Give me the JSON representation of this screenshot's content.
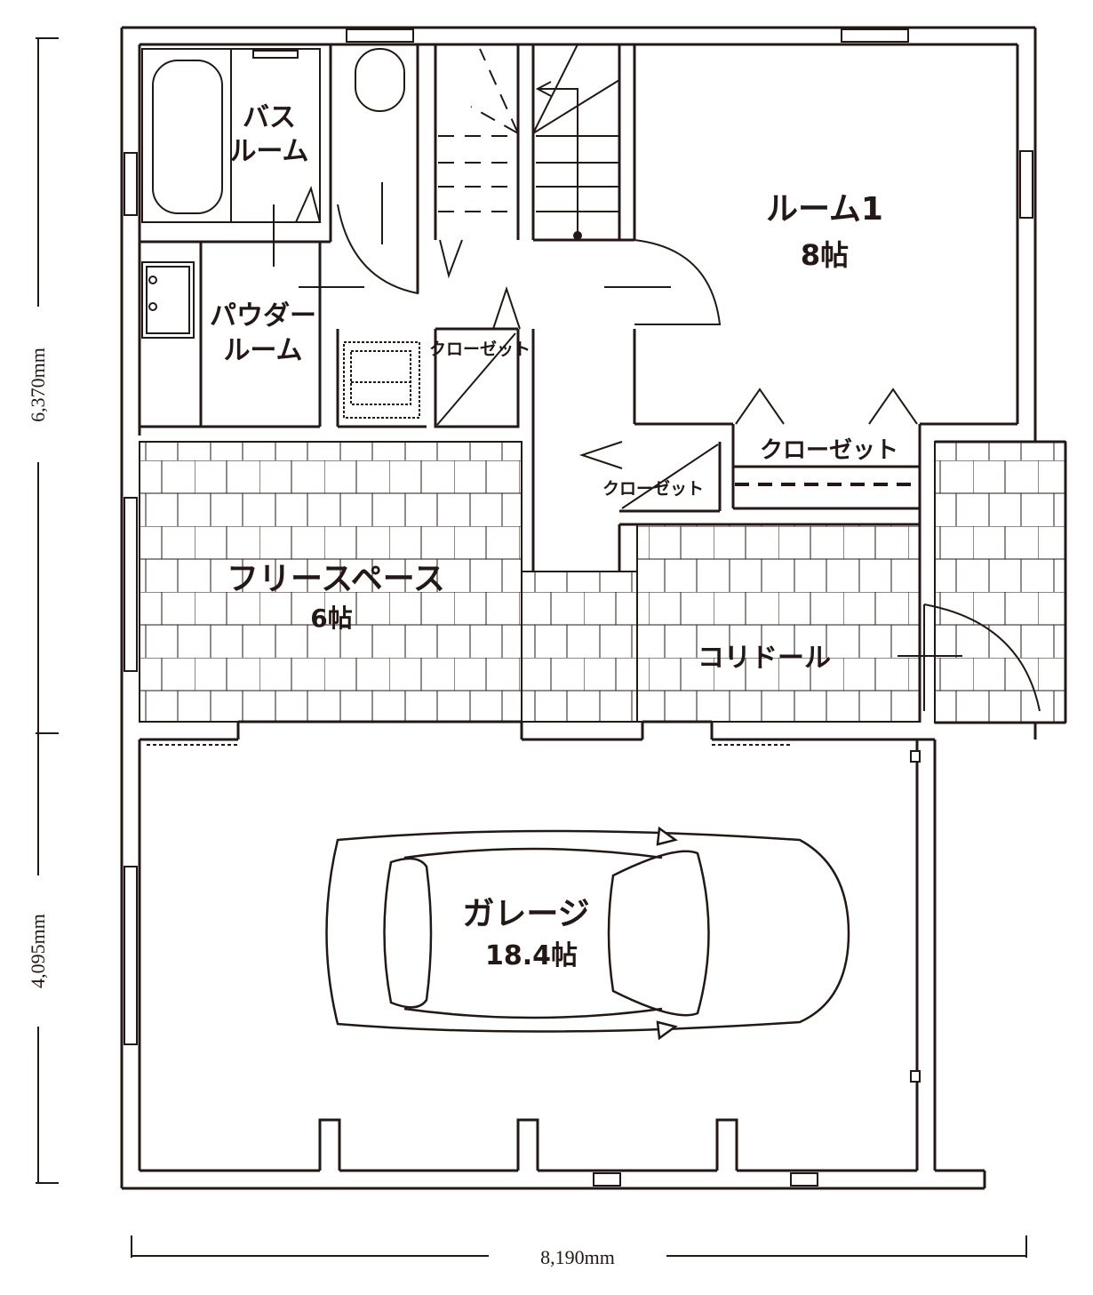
{
  "plan": {
    "rooms": {
      "bath": {
        "line1": "バス",
        "line2": "ルーム"
      },
      "room1": {
        "name": "ルーム1",
        "size": "8帖"
      },
      "powder": {
        "line1": "パウダー",
        "line2": "ルーム"
      },
      "closet_a": "クローゼット",
      "closet_b": "クローゼット",
      "closet_c": "クローゼット",
      "free_space": {
        "name": "フリースペース",
        "size": "6帖"
      },
      "corridor": "コリドール",
      "garage": {
        "name": "ガレージ",
        "size": "18.4帖"
      }
    },
    "dimensions": {
      "upper_height": "6,370mm",
      "lower_height": "4,095mm",
      "width": "8,190mm"
    }
  },
  "colors": {
    "line": "#231815",
    "background": "#ffffff"
  }
}
